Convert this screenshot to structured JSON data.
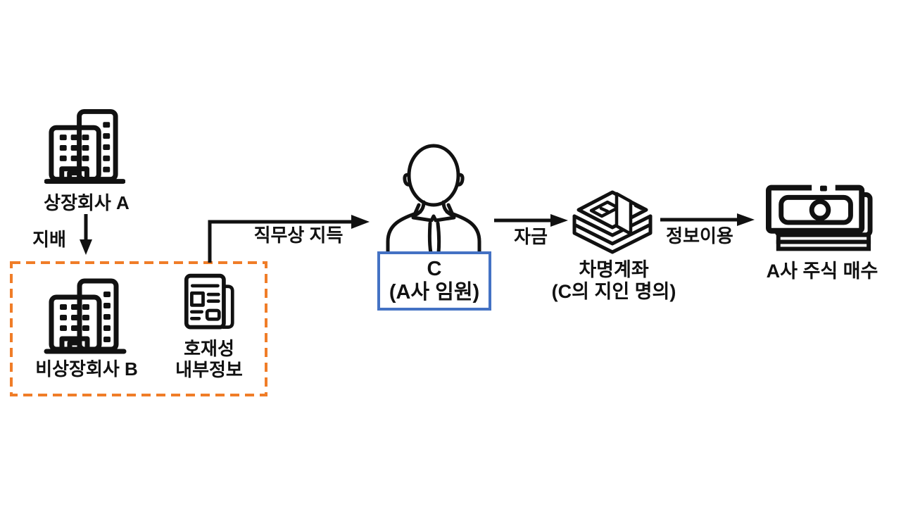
{
  "colors": {
    "ink": "#111111",
    "accent_orange": "#F07D28",
    "accent_blue": "#4472C4",
    "background": "#FFFFFF"
  },
  "nodes": {
    "company_a": {
      "label": "상장회사 A",
      "icon": "building-icon"
    },
    "company_b": {
      "label": "비상장회사 B",
      "icon": "building-icon"
    },
    "inside_info": {
      "line1": "호재성",
      "line2": "내부정보",
      "icon": "newspaper-icon"
    },
    "executive": {
      "line1": "C",
      "line2": "(A사 임원)",
      "icon": "person-icon"
    },
    "account": {
      "line1": "차명계좌",
      "line2": "(C의 지인 명의)",
      "icon": "money-stack-icon"
    },
    "purchase": {
      "label": "A사 주식 매수",
      "icon": "banknote-icon"
    }
  },
  "edges": {
    "control": {
      "label": "지배",
      "from": "company_a",
      "to": "company_b"
    },
    "acquired": {
      "label": "직무상 지득",
      "from": "inside_info_group",
      "to": "executive"
    },
    "funds": {
      "label": "자금",
      "from": "executive",
      "to": "account"
    },
    "use_info": {
      "label": "정보이용",
      "from": "account",
      "to": "purchase"
    }
  }
}
